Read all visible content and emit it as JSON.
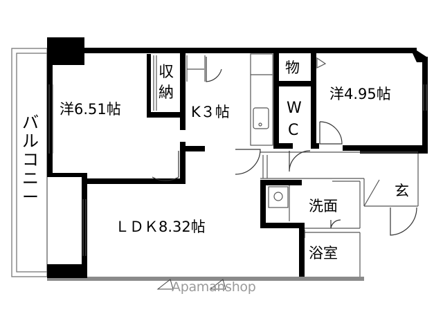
{
  "rooms": {
    "western_a": "洋6.51帖",
    "storage": "収納",
    "kitchen": "K３帖",
    "closet": "物",
    "western_b": "洋4.95帖",
    "toilet_w": "W",
    "toilet_c": "C",
    "ldk": "ＬＤＫ8.32帖",
    "washroom": "洗面",
    "entrance": "玄",
    "bathroom": "浴室",
    "balcony": "バルコニー"
  },
  "watermark": "Apamanshop",
  "colors": {
    "wall": "#000000",
    "line": "#666666",
    "fill": "#ffffff"
  }
}
